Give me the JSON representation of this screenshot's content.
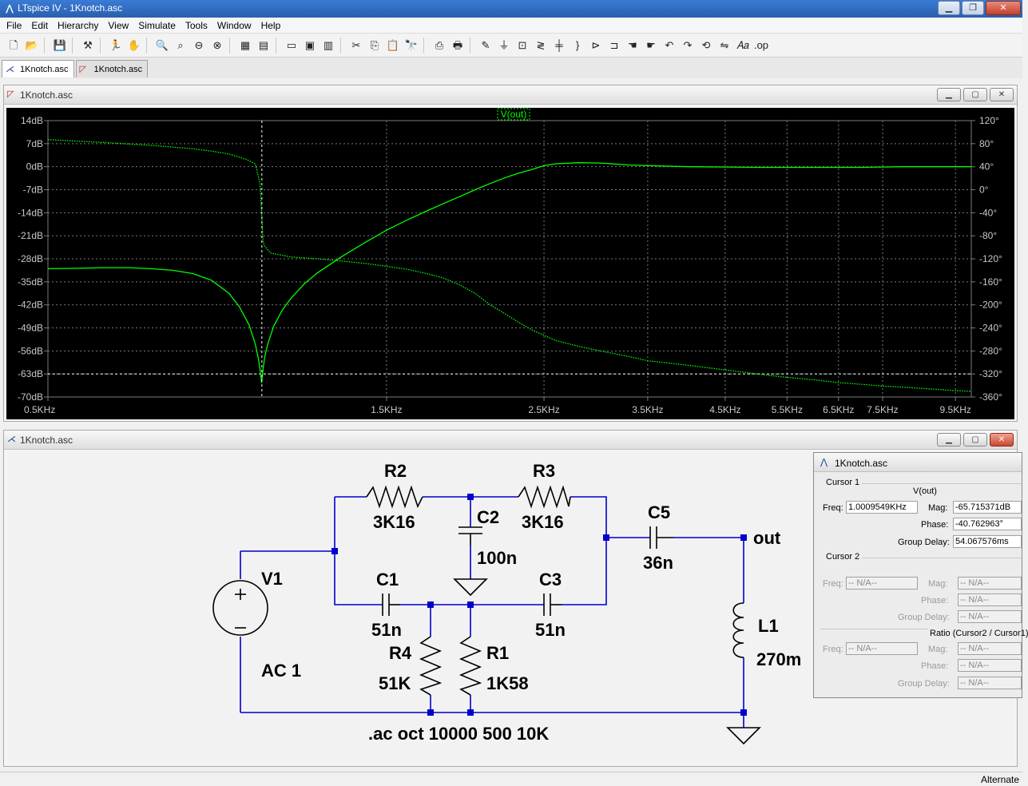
{
  "window": {
    "title": "LTspice IV - 1Knotch.asc",
    "app_icon": "ltspice-logo-icon"
  },
  "menu": [
    "File",
    "Edit",
    "Hierarchy",
    "View",
    "Simulate",
    "Tools",
    "Window",
    "Help"
  ],
  "tabs": [
    {
      "label": "1Knotch.asc",
      "icon": "schematic-icon",
      "active": true
    },
    {
      "label": "1Knotch.asc",
      "icon": "waveform-icon",
      "active": false
    }
  ],
  "plot_window": {
    "title": "1Knotch.asc",
    "trace_label": "V(out)",
    "colors": {
      "background": "#000000",
      "trace": "#00ff00",
      "grid": "#7a7a7a",
      "axis_text": "#c8c8c8"
    }
  },
  "chart_data": {
    "type": "line",
    "x_scale": "log",
    "x_unit": "Hz",
    "xlim": [
      500,
      10000
    ],
    "x_ticks": [
      {
        "value": 500,
        "label": "0.5KHz"
      },
      {
        "value": 1500,
        "label": "1.5KHz"
      },
      {
        "value": 2500,
        "label": "2.5KHz"
      },
      {
        "value": 3500,
        "label": "3.5KHz"
      },
      {
        "value": 4500,
        "label": "4.5KHz"
      },
      {
        "value": 5500,
        "label": "5.5KHz"
      },
      {
        "value": 6500,
        "label": "6.5KHz"
      },
      {
        "value": 7500,
        "label": "7.5KHz"
      },
      {
        "value": 9500,
        "label": "9.5KHz"
      }
    ],
    "ylim_left": [
      -70,
      14
    ],
    "y_ticks_left": [
      "14dB",
      "7dB",
      "0dB",
      "-7dB",
      "-14dB",
      "-21dB",
      "-28dB",
      "-35dB",
      "-42dB",
      "-49dB",
      "-56dB",
      "-63dB",
      "-70dB"
    ],
    "ylim_right": [
      -360,
      120
    ],
    "y_ticks_right": [
      "120°",
      "80°",
      "40°",
      "0°",
      "-40°",
      "-80°",
      "-120°",
      "-160°",
      "-200°",
      "-240°",
      "-280°",
      "-320°",
      "-360°"
    ],
    "grid": true,
    "series": [
      {
        "name": "V(out)",
        "axis": "left",
        "style": "solid",
        "x": [
          500,
          550,
          600,
          650,
          700,
          750,
          800,
          850,
          900,
          930,
          960,
          980,
          990,
          995,
          1000,
          1005,
          1010,
          1020,
          1040,
          1070,
          1100,
          1150,
          1200,
          1300,
          1400,
          1500,
          1600,
          1700,
          1800,
          1900,
          2000,
          2100,
          2200,
          2300,
          2400,
          2500,
          2600,
          2800,
          3000,
          3300,
          3500,
          4000,
          4500,
          5000,
          5500,
          6000,
          6500,
          7000,
          7500,
          8000,
          8500,
          9000,
          9500,
          10000
        ],
        "y": [
          -31,
          -30.9,
          -30.7,
          -30.7,
          -31,
          -31.5,
          -32.5,
          -34.5,
          -38.5,
          -42.5,
          -48,
          -54,
          -58.5,
          -61.5,
          -65.7,
          -61.5,
          -58,
          -54,
          -48.5,
          -43.5,
          -40,
          -35.5,
          -32.2,
          -27.2,
          -23,
          -19.3,
          -16.3,
          -13.7,
          -11.3,
          -9.1,
          -7,
          -5.1,
          -3.4,
          -2,
          -0.9,
          0.3,
          0.9,
          1.2,
          1.1,
          0.5,
          0.3,
          0,
          -0.1,
          -0.2,
          -0.2,
          -0.2,
          -0.2,
          -0.2,
          -0.1,
          0,
          0,
          0,
          0,
          0
        ]
      },
      {
        "name": "phase",
        "axis": "right",
        "style": "dotted",
        "x": [
          500,
          600,
          700,
          800,
          850,
          900,
          950,
          980,
          995,
          1000,
          1005,
          1010,
          1030,
          1100,
          1200,
          1300,
          1400,
          1500,
          1600,
          1700,
          1800,
          1900,
          2000,
          2100,
          2200,
          2300,
          2400,
          2500,
          2600,
          2800,
          3000,
          3300,
          3500,
          4000,
          4500,
          5000,
          5500,
          6000,
          6500,
          7000,
          7500,
          8000,
          8500,
          9000,
          9500,
          10000
        ],
        "y": [
          87,
          82,
          77,
          71,
          67,
          62,
          53,
          45,
          10,
          -40.8,
          -90,
          -98,
          -110,
          -117,
          -120,
          -124,
          -128,
          -133,
          -138,
          -145,
          -153,
          -165,
          -180,
          -200,
          -215,
          -230,
          -243,
          -253,
          -262,
          -272,
          -280,
          -290,
          -297,
          -305,
          -313,
          -320,
          -326,
          -330,
          -335,
          -338,
          -341,
          -343,
          -345,
          -347,
          -349,
          -350
        ]
      }
    ],
    "cursor": {
      "x": 1000.9549
    },
    "hline": {
      "y": -63
    }
  },
  "schematic_window": {
    "title": "1Knotch.asc",
    "labels": {
      "r2_ref": "R2",
      "r2_val": "3K16",
      "r3_ref": "R3",
      "r3_val": "3K16",
      "c2_ref": "C2",
      "c2_val": "100n",
      "c5_ref": "C5",
      "c5_val": "36n",
      "out": "out",
      "v1_ref": "V1",
      "v1_val": "AC 1",
      "c1_ref": "C1",
      "c1_val": "51n",
      "c3_ref": "C3",
      "c3_val": "51n",
      "r4_ref": "R4",
      "r4_val": "51K",
      "r1_ref": "R1",
      "r1_val": "1K58",
      "l1_ref": "L1",
      "l1_val": "270m",
      "directive": ".ac oct 10000 500 10K"
    },
    "colors": {
      "wire": "#0000cc",
      "component": "#000000",
      "node": "#0000cc"
    }
  },
  "cursor_panel": {
    "title": "1Knotch.asc",
    "cursor1_label": "Cursor 1",
    "trace": "V(out)",
    "freq_label": "Freq:",
    "freq": "1.0009549KHz",
    "mag_label": "Mag:",
    "mag": "-65.715371dB",
    "phase_label": "Phase:",
    "phase": "-40.762963°",
    "gd_label": "Group Delay:",
    "gd": "54.067576ms",
    "cursor2_label": "Cursor 2",
    "na": "-- N/A--",
    "ratio_label": "Ratio (Cursor2 / Cursor1)"
  },
  "status": {
    "text": "Alternate"
  }
}
